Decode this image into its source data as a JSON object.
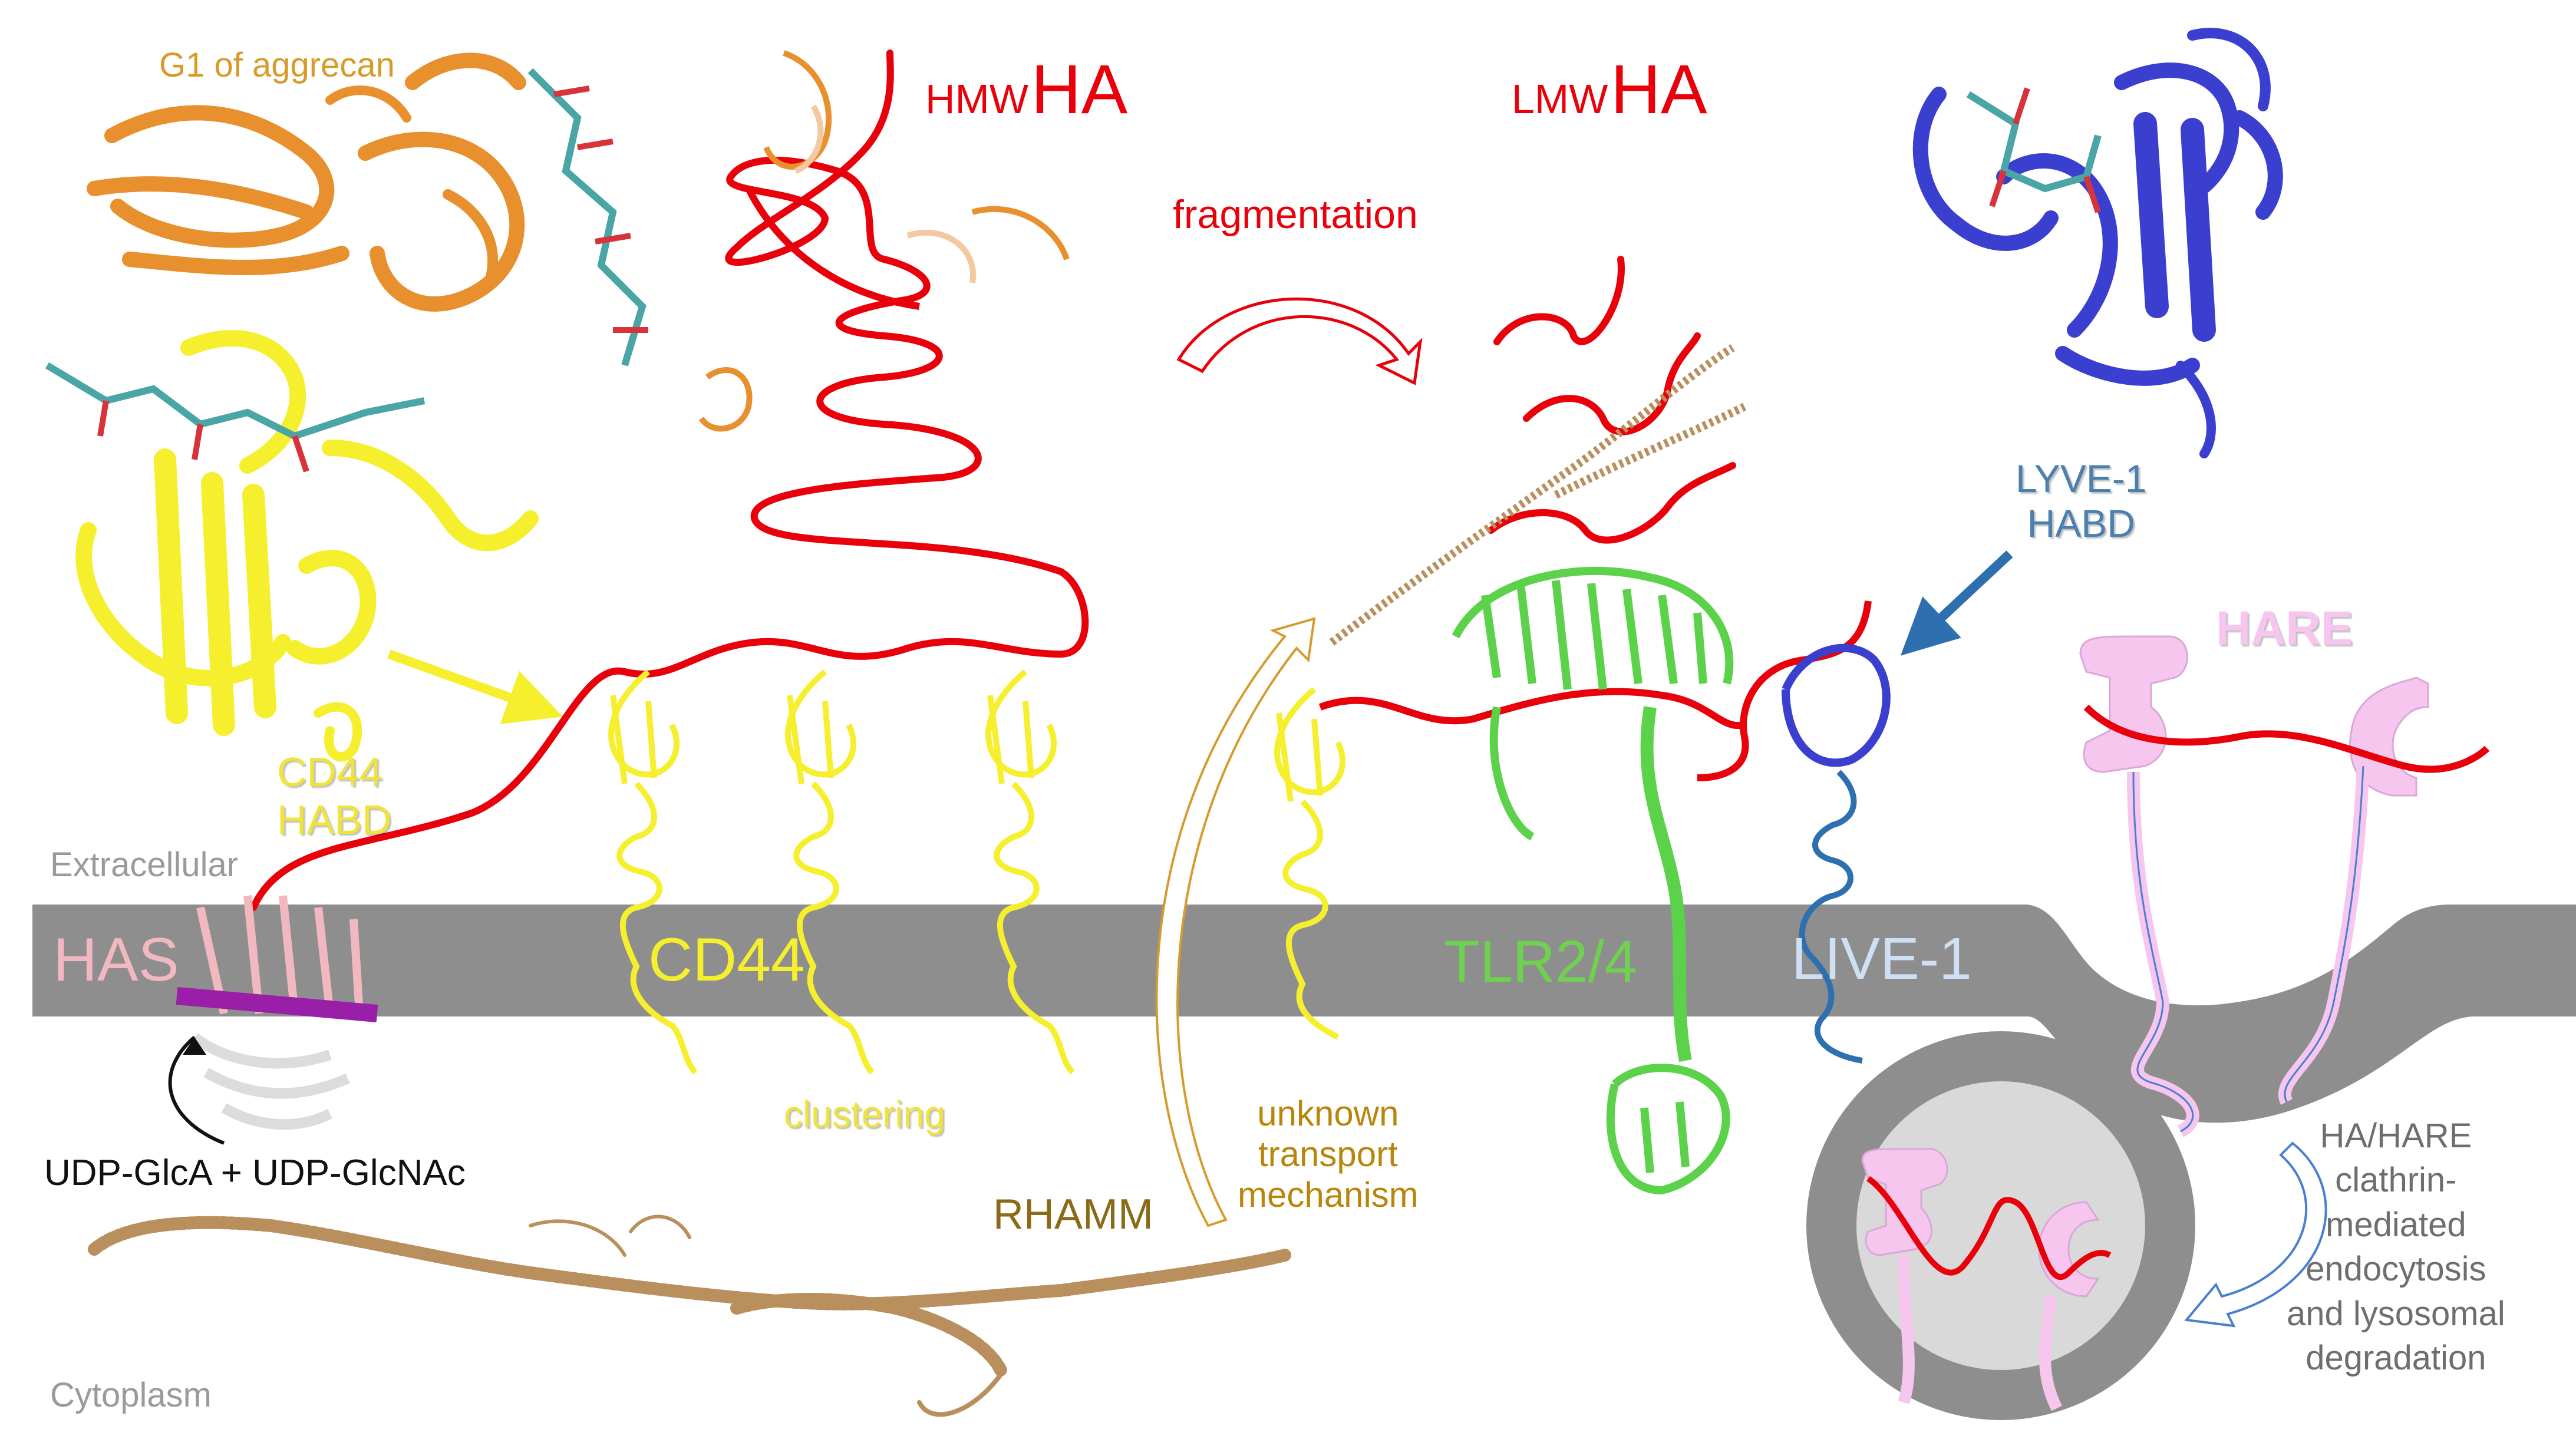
{
  "labels": {
    "g1_aggrecan": "G1 of aggrecan",
    "hmw_prefix": "HMW",
    "hmw_ha": "HA",
    "lmw_prefix": "LMW",
    "lmw_ha": "HA",
    "fragmentation": "fragmentation",
    "lyve_habd_line1": "LYVE-1",
    "lyve_habd_line2": "HABD",
    "hare_top": "HARE",
    "cd44_habd_line1": "CD44",
    "cd44_habd_line2": "HABD",
    "extracellular": "Extracellular",
    "has": "HAS",
    "cd44": "CD44",
    "tlr": "TLR2/4",
    "live": "LIVE-1",
    "clustering": "clustering",
    "unknown_line1": "unknown",
    "unknown_line2": "transport",
    "unknown_line3": "mechanism",
    "rhamm": "RHAMM",
    "udp": "UDP-GlcA + UDP-GlcNAc",
    "endo_line1": "HA/HARE",
    "endo_line2": "clathrin-",
    "endo_line3": "mediated",
    "endo_line4": "endocytosis",
    "endo_line5": "and lysosomal",
    "endo_line6": "degradation",
    "cytoplasm": "Cytoplasm"
  },
  "colors": {
    "ha": "#e8000b",
    "membrane": "#8e8e8e",
    "cd44": "#f5ef2e",
    "aggrecan": "#e8902e",
    "aggrecan_text": "#d89a28",
    "lyve": "#3b3fd0",
    "lyve_text": "#4a7fb0",
    "tlr": "#5bd24a",
    "has": "#f2b8c0",
    "hare": "#f6c6ef",
    "rhamm": "#8a6a16",
    "endo_text": "#6e6e6e",
    "label_gray": "#9a9a9a"
  }
}
